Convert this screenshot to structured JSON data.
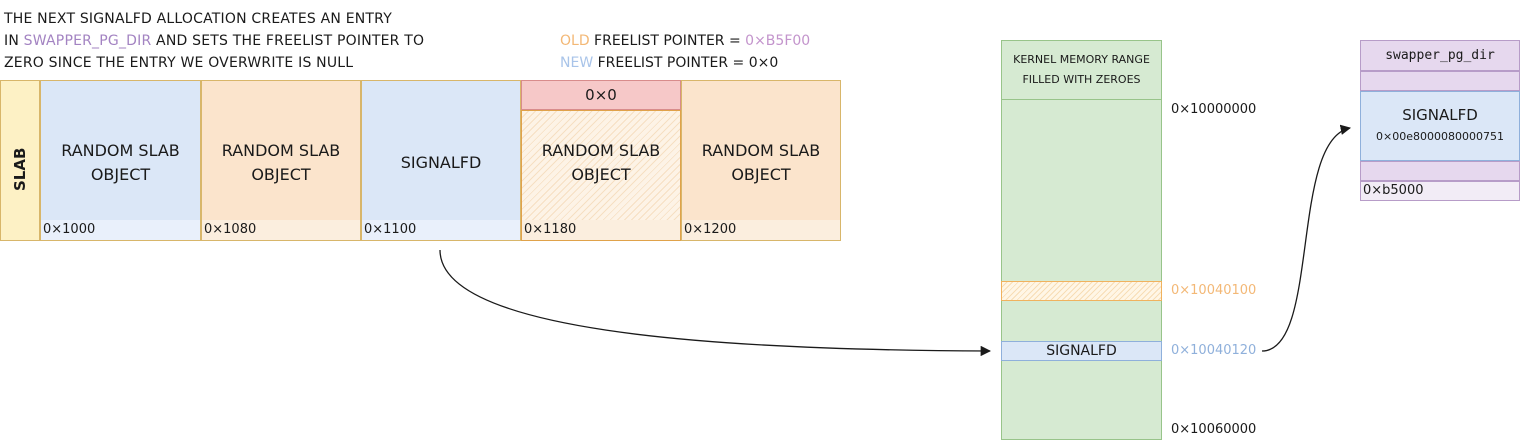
{
  "caption": {
    "line1": "THE NEXT SIGNALFD ALLOCATION CREATES AN ENTRY",
    "line2_pre": "IN ",
    "line2_highlight": "SWAPPER_PG_DIR",
    "line2_post": " AND SETS THE FREELIST POINTER TO",
    "line3": "ZERO SINCE THE ENTRY WE OVERWRITE IS NULL"
  },
  "legend": {
    "old_keyword": "OLD",
    "old_label": " FREELIST POINTER = ",
    "old_value": "0×B5F00",
    "new_keyword": "NEW",
    "new_label": " FREELIST POINTER = 0×0"
  },
  "slab": {
    "label": "SLAB",
    "freelist_value": "0×0",
    "objects": [
      {
        "line1": "RANDOM SLAB",
        "line2": "OBJECT",
        "addr": "0×1000"
      },
      {
        "line1": "RANDOM SLAB",
        "line2": "OBJECT",
        "addr": "0×1080"
      },
      {
        "line1": "SIGNALFD",
        "line2": "",
        "addr": "0×1100"
      },
      {
        "line1": "RANDOM SLAB",
        "line2": "OBJECT",
        "addr": "0×1180"
      },
      {
        "line1": "RANDOM SLAB",
        "line2": "OBJECT",
        "addr": "0×1200"
      }
    ]
  },
  "memory": {
    "header_line1": "KERNEL MEMORY RANGE",
    "header_line2": "FILLED WITH ZEROES",
    "signalfd_label": "SIGNALFD",
    "addr_top": "0×10000000",
    "addr_old": "0×10040100",
    "addr_signalfd": "0×10040120",
    "addr_bottom": "0×10060000"
  },
  "swapper": {
    "title": "swapper_pg_dir",
    "entry_label": "SIGNALFD",
    "entry_value": "0×00e8000080000751",
    "bottom_addr": "0×b5000"
  },
  "colors": {
    "blue": "#dbe7f7",
    "orange": "#fbe4cc",
    "yellow": "#fdf1c5",
    "green": "#d6ead2",
    "red": "#f6c8c8",
    "purple": "#e6d8ee"
  }
}
